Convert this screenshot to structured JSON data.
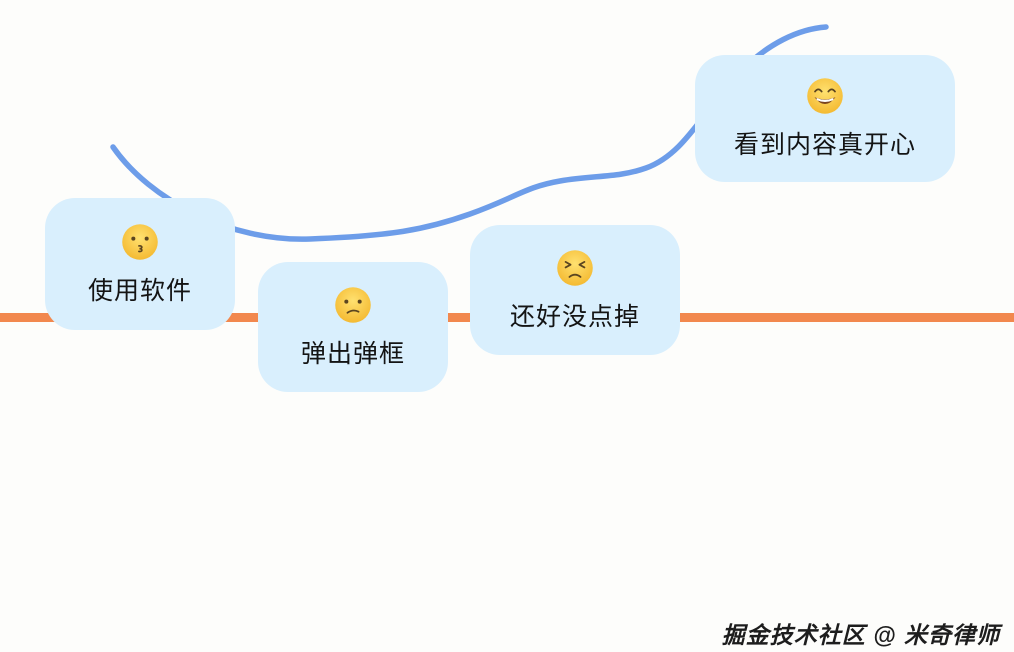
{
  "diagram": {
    "colors": {
      "background": "#fdfdfb",
      "card_bg": "#d9effd",
      "curve": "#6d9de9",
      "baseline": "#f2884e",
      "label_text": "#141414",
      "watermark_text": "#1d1d1d"
    },
    "steps": [
      {
        "icon": "kissing-face",
        "label": "使用软件"
      },
      {
        "icon": "confused-face",
        "label": "弹出弹框"
      },
      {
        "icon": "persevering-face",
        "label": "还好没点掉"
      },
      {
        "icon": "grinning-face",
        "label": "看到内容真开心"
      }
    ],
    "watermark": "掘金技术社区 @ 米奇律师"
  }
}
